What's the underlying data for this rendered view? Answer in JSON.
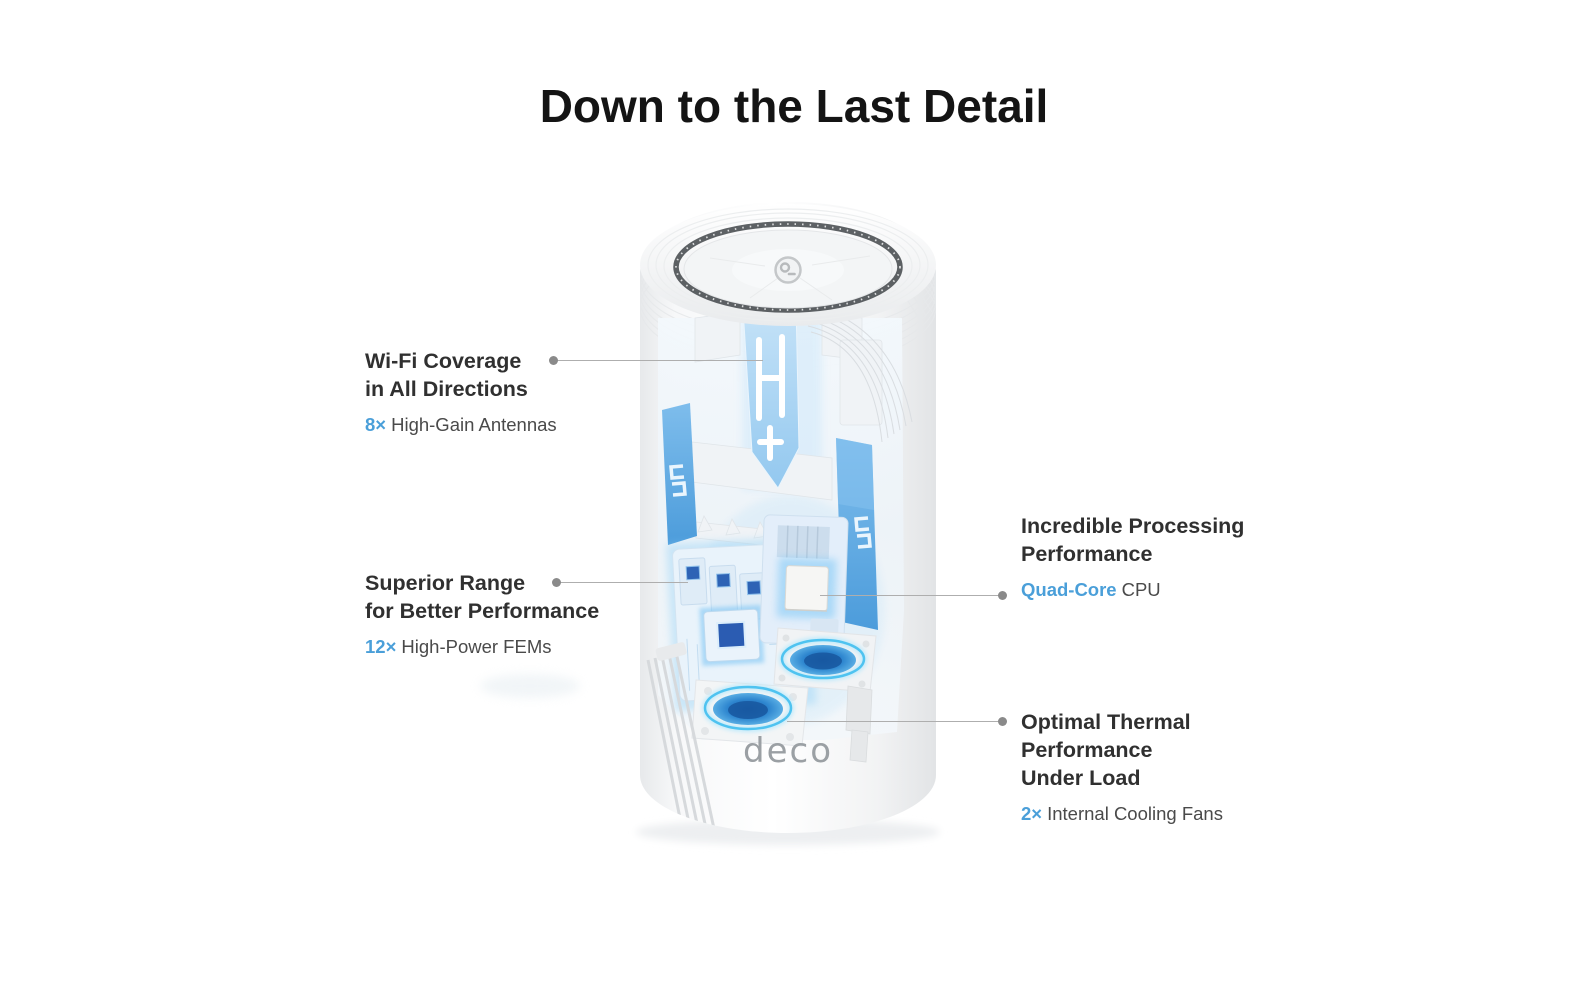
{
  "page": {
    "title": "Down to the Last Detail"
  },
  "colors": {
    "accent_blue": "#4a9fd9",
    "antenna_blue": "#58a7e2",
    "fan_glow_blue": "#4fc3f0",
    "heading_text": "#303030",
    "body_text": "#4a4a4a",
    "title_text": "#141414",
    "leader_line": "#aeaeae",
    "leader_dot": "#8a8a8a"
  },
  "device": {
    "description": "mesh-router-cutaway-illustration",
    "top_logo": "tp-link-logo",
    "body_logo_text": "deco"
  },
  "callouts": [
    {
      "id": "wifi-coverage",
      "side": "left",
      "heading_lines": [
        "Wi-Fi Coverage",
        "in All Directions"
      ],
      "stat_value": "8×",
      "stat_label": "High-Gain Antennas"
    },
    {
      "id": "superior-range",
      "side": "left",
      "heading_lines": [
        "Superior Range",
        "for Better Performance"
      ],
      "stat_value": "12×",
      "stat_label": "High-Power FEMs"
    },
    {
      "id": "processing-performance",
      "side": "right",
      "heading_lines": [
        "Incredible Processing",
        "Performance"
      ],
      "stat_value": "Quad-Core",
      "stat_label": "CPU"
    },
    {
      "id": "thermal-performance",
      "side": "right",
      "heading_lines": [
        "Optimal Thermal",
        "Performance",
        "Under Load"
      ],
      "stat_value": "2×",
      "stat_label": "Internal Cooling Fans"
    }
  ]
}
